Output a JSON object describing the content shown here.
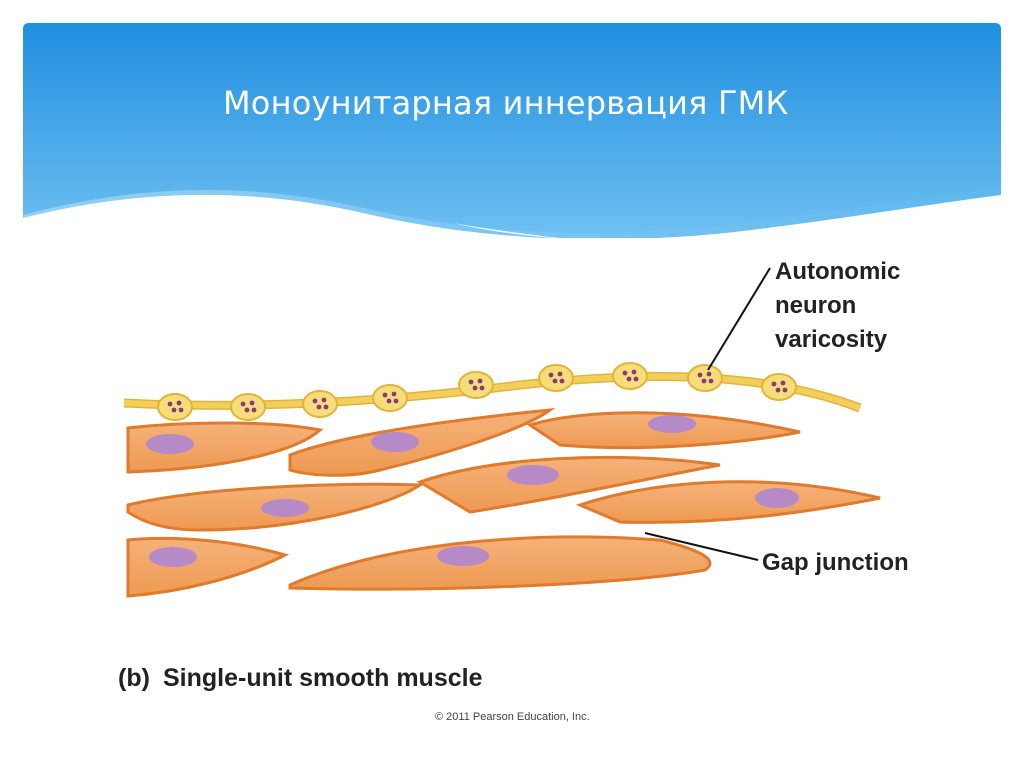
{
  "slide": {
    "title": "Моноунитарная иннервация ГМК"
  },
  "figure": {
    "labels": {
      "varicosity_line1": "Autonomic",
      "varicosity_line2": "neuron",
      "varicosity_line3": "varicosity",
      "gap_junction": "Gap junction"
    },
    "caption_letter": "(b)",
    "caption_text": "Single-unit smooth muscle",
    "copyright": "© 2011 Pearson Education, Inc."
  },
  "colors": {
    "header_blue_top": "#1f8fe0",
    "header_blue_bottom": "#7cc8f4",
    "muscle_fill": "#f2a15e",
    "muscle_edge": "#e07b2e",
    "nucleus": "#b58ac6",
    "nerve": "#f3cf59",
    "vesicle": "#8a3a7a"
  }
}
